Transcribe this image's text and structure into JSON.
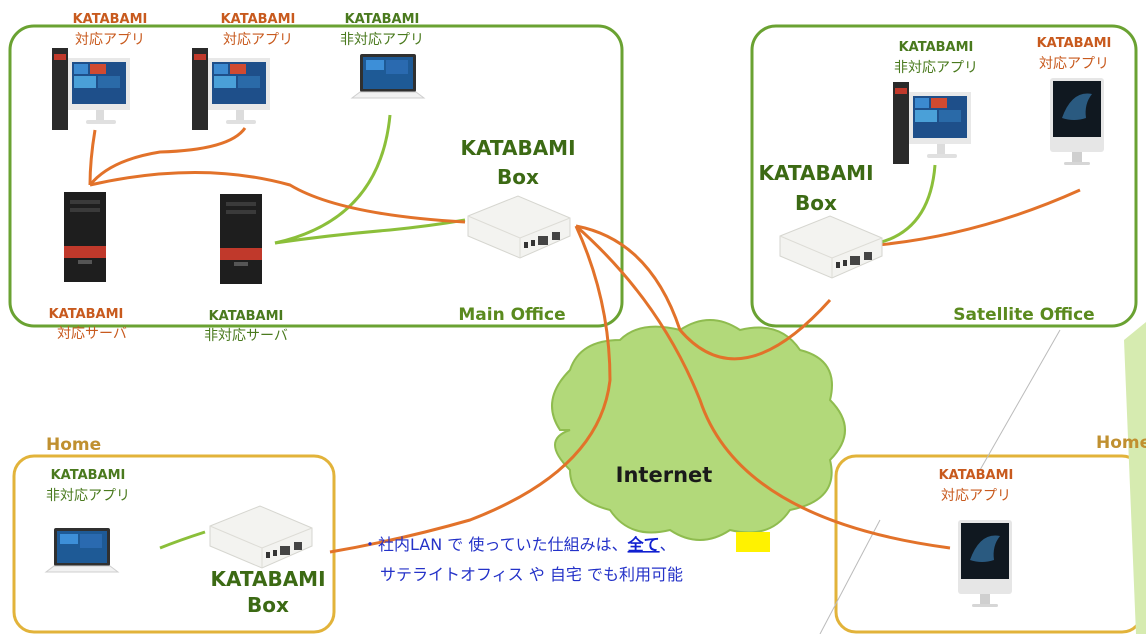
{
  "colors": {
    "orange": "#e2722a",
    "green": "#8bbf3a",
    "office_border": "#6aa232",
    "home_border": "#e2b33a",
    "cloud_fill": "#b2d97a",
    "highlight": "#fff200",
    "note_text": "#2432c8"
  },
  "main_office": {
    "label": "Main Office",
    "devices": [
      {
        "brand": "KATABAMI",
        "desc": "対応アプリ",
        "support": "supported",
        "kind": "desktop"
      },
      {
        "brand": "KATABAMI",
        "desc": "対応アプリ",
        "support": "supported",
        "kind": "desktop"
      },
      {
        "brand": "KATABAMI",
        "desc": "非対応アプリ",
        "support": "unsupported",
        "kind": "laptop"
      },
      {
        "brand": "KATABAMI",
        "desc": "対応サーバ",
        "support": "supported",
        "kind": "server"
      },
      {
        "brand": "KATABAMI",
        "desc": "非対応サーバ",
        "support": "unsupported",
        "kind": "server"
      }
    ],
    "box": {
      "line1": "KATABAMI",
      "line2": "Box"
    }
  },
  "satellite_office": {
    "label": "Satellite Office",
    "devices": [
      {
        "brand": "KATABAMI",
        "desc": "非対応アプリ",
        "support": "unsupported",
        "kind": "desktop"
      },
      {
        "brand": "KATABAMI",
        "desc": "対応アプリ",
        "support": "supported",
        "kind": "imac"
      }
    ],
    "box": {
      "line1": "KATABAMI",
      "line2": "Box"
    }
  },
  "internet": {
    "label": "Internet"
  },
  "home_left": {
    "label": "Home",
    "device": {
      "brand": "KATABAMI",
      "desc": "非対応アプリ",
      "support": "unsupported",
      "kind": "laptop"
    },
    "box": {
      "line1": "KATABAMI",
      "line2": "Box"
    }
  },
  "home_right": {
    "label": "Home",
    "device": {
      "brand": "KATABAMI",
      "desc": "対応アプリ",
      "support": "supported",
      "kind": "imac"
    }
  },
  "note": {
    "line1_prefix": "・社内LAN で 使っていた仕組みは、",
    "line1_highlight": "全て",
    "line1_suffix": "、",
    "line2": "サテライトオフィス や 自宅 でも利用可能"
  }
}
